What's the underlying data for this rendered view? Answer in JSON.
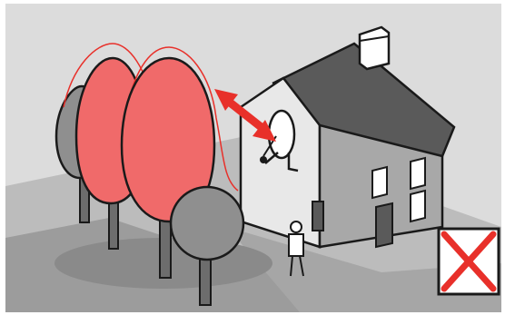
{
  "illustration": {
    "subject": "satellite-dish-obstruction-warning",
    "elements": [
      "background-panel",
      "ground",
      "red-trees",
      "grey-trees",
      "house",
      "satellite-dish",
      "obstruction-arrow",
      "person",
      "incorrect-mark"
    ],
    "colors": {
      "background": "#dcdcdc",
      "ground": "#bcbcbc",
      "shadow": "#9c9c9c",
      "roof": "#5a5a5a",
      "wall_front": "#e8e8e8",
      "wall_side": "#a8a8a8",
      "window": "#ffffff",
      "outline": "#1a1a1a",
      "tree_red": "#f06a6a",
      "tree_grey": "#8f8f8f",
      "warning_red": "#e8302a",
      "white": "#ffffff"
    }
  }
}
